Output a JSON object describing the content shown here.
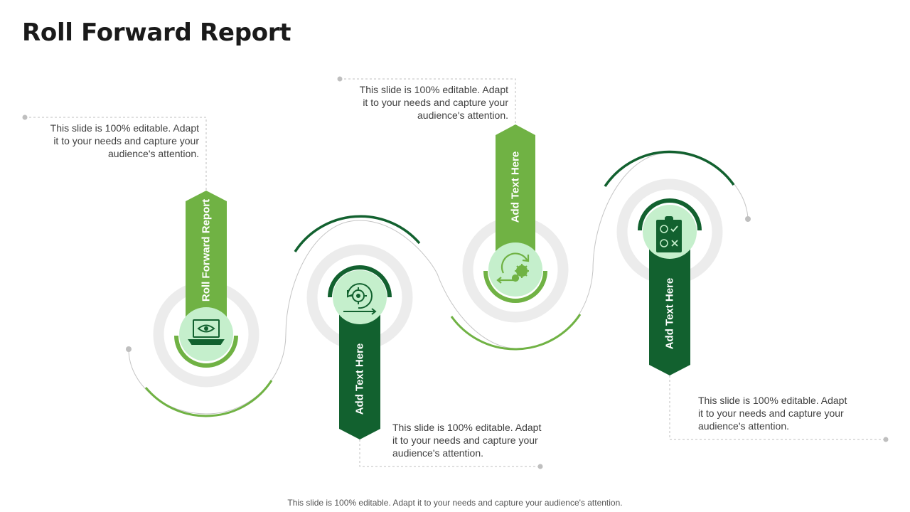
{
  "title": "Roll Forward Report",
  "footer": "This slide is 100% editable. Adapt it to your needs and capture your audience's attention.",
  "colors": {
    "light_green": "#70b244",
    "dark_green": "#12612f",
    "mint": "#c5efcc",
    "ring_gray": "#ececec",
    "connector_gray": "#bfbfbf"
  },
  "steps": [
    {
      "label": "Roll Forward Report",
      "icon": "laptop-eye-icon",
      "note": [
        "This slide is 100% editable. Adapt",
        "it to your needs and capture your",
        "audience's attention."
      ]
    },
    {
      "label": "Add Text Here",
      "icon": "gear-cycle-icon",
      "note": [
        "This slide is 100% editable. Adapt",
        "it to your needs and capture your",
        "audience's attention."
      ]
    },
    {
      "label": "Add Text Here",
      "icon": "gear-refresh-icon",
      "note": [
        "This slide is 100% editable. Adapt",
        "it to your needs and capture your",
        "audience's attention."
      ]
    },
    {
      "label": "Add Text Here",
      "icon": "checklist-icon",
      "note": [
        "This slide is 100% editable. Adapt",
        "it to your needs and capture your",
        "audience's attention."
      ]
    }
  ]
}
